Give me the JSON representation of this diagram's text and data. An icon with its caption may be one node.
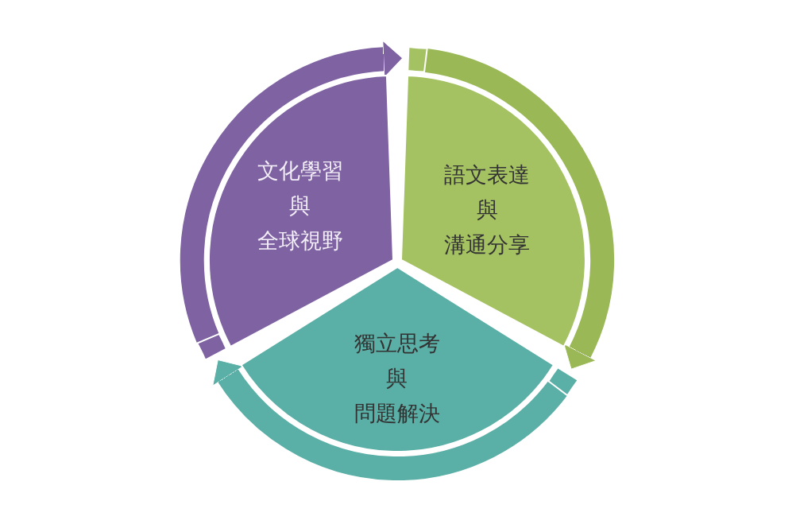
{
  "diagram": {
    "nodes": [
      {
        "text": [
          "文化學習",
          "與",
          "全球視野"
        ]
      },
      {
        "text": [
          "語文表達",
          "與",
          "溝通分享"
        ]
      },
      {
        "text": [
          "獨立思考",
          "與",
          "問題解決"
        ]
      }
    ],
    "edges": [
      {
        "from": 0,
        "to": 1,
        "arrow": "to",
        "color": "#7e62a1"
      },
      {
        "from": 1,
        "to": 2,
        "arrow": "to",
        "color": "#9ab956"
      },
      {
        "from": 2,
        "to": 0,
        "arrow": "to",
        "color": "#5aafa6"
      }
    ]
  }
}
